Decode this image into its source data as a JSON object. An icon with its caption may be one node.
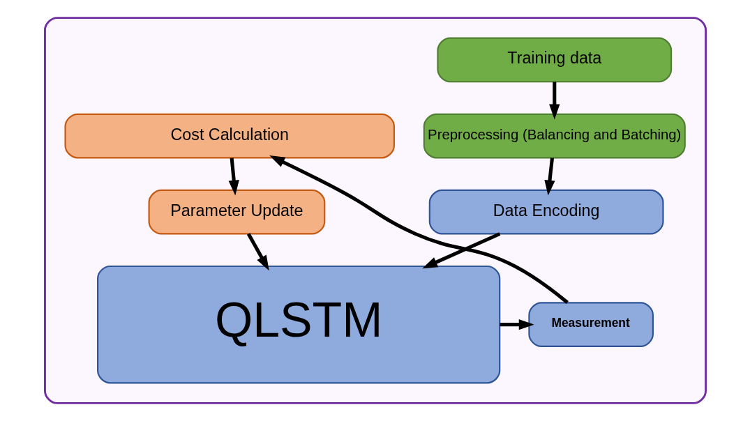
{
  "diagram": {
    "nodes": [
      {
        "text": [],
        "shape": "box"
      },
      {
        "text": [
          "Training data"
        ],
        "in": 0
      },
      {
        "text": [
          "Preprocessing (Balancing and Batching)"
        ],
        "in": 0
      },
      {
        "text": [
          "Cost Calculation"
        ],
        "in": 0
      },
      {
        "text": [
          "Data Encoding"
        ],
        "in": 0
      },
      {
        "text": [
          "Parameter Update"
        ],
        "in": 0
      },
      {
        "text": [
          "QLSTM"
        ],
        "in": 0
      },
      {
        "text": [
          "Measurement"
        ],
        "in": 0
      }
    ],
    "edges": [
      {
        "from": 1,
        "to": 2,
        "arrow": "to"
      },
      {
        "from": 2,
        "to": 4,
        "arrow": "to"
      },
      {
        "from": 3,
        "to": 5,
        "arrow": "to"
      },
      {
        "from": 4,
        "to": 6,
        "arrow": "to"
      },
      {
        "from": 5,
        "to": 6,
        "arrow": "to"
      },
      {
        "from": 6,
        "to": 7,
        "arrow": "to"
      },
      {
        "from": 7,
        "to": 3,
        "arrow": "to"
      }
    ]
  }
}
